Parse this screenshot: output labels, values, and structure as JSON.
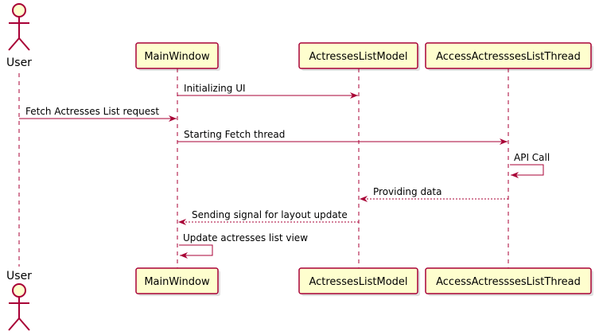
{
  "colors": {
    "participant_fill": "#FEFECE",
    "border": "#A80036",
    "arrow": "#A80036",
    "text": "#000000",
    "background": "#FFFFFF"
  },
  "participants": [
    {
      "id": "user",
      "kind": "actor",
      "label": "User"
    },
    {
      "id": "mainwindow",
      "kind": "participant",
      "label": "MainWindow"
    },
    {
      "id": "model",
      "kind": "participant",
      "label": "ActressesListModel"
    },
    {
      "id": "thread",
      "kind": "participant",
      "label": "AccessActresssesListThread"
    }
  ],
  "messages": [
    {
      "from": "mainwindow",
      "to": "model",
      "label": "Initializing UI",
      "style": "solid"
    },
    {
      "from": "user",
      "to": "mainwindow",
      "label": "Fetch Actresses List request",
      "style": "solid"
    },
    {
      "from": "mainwindow",
      "to": "thread",
      "label": "Starting Fetch thread",
      "style": "solid"
    },
    {
      "from": "thread",
      "to": "thread",
      "label": "API Call",
      "style": "solid"
    },
    {
      "from": "thread",
      "to": "model",
      "label": "Providing data",
      "style": "dashed"
    },
    {
      "from": "model",
      "to": "mainwindow",
      "label": "Sending signal for layout update",
      "style": "dashed"
    },
    {
      "from": "mainwindow",
      "to": "mainwindow",
      "label": "Update actresses list view",
      "style": "solid"
    }
  ]
}
